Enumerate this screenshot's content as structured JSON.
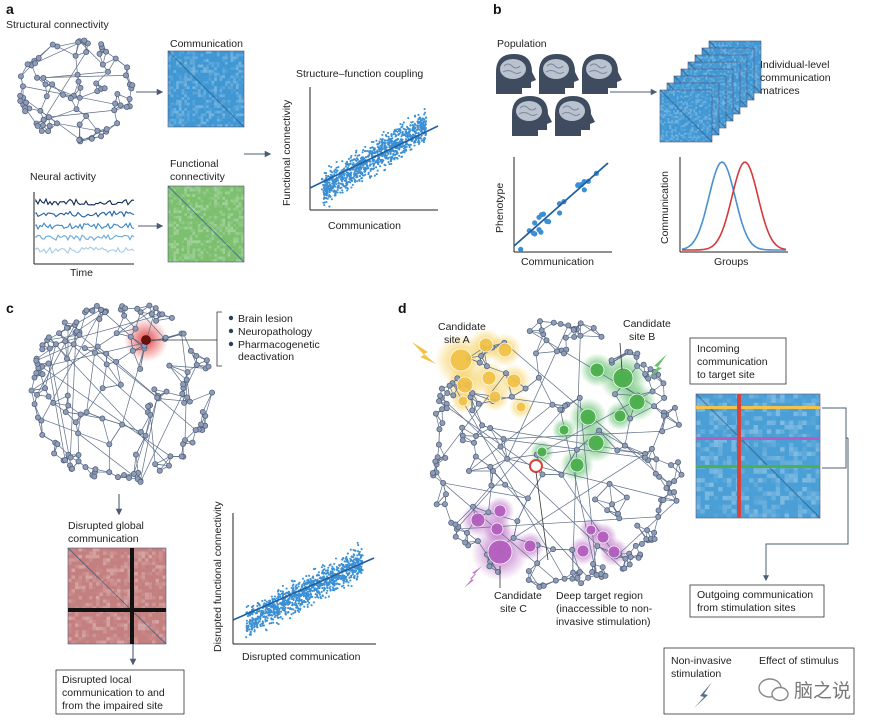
{
  "panel_a": {
    "label": "a",
    "structural_title": "Structural connectivity",
    "communication_title": "Communication",
    "neural_title": "Neural activity",
    "time_label": "Time",
    "functional_title_1": "Functional",
    "functional_title_2": "connectivity",
    "coupling_title": "Structure–function coupling",
    "xlabel": "Communication",
    "ylabel": "Functional connectivity"
  },
  "panel_b": {
    "label": "b",
    "population_title": "Population",
    "matrices_line1": "Individual-level",
    "matrices_line2": "communication",
    "matrices_line3": "matrices",
    "scatter_xlabel": "Communication",
    "scatter_ylabel": "Phenotype",
    "dist_xlabel": "Groups",
    "dist_ylabel": "Communication"
  },
  "panel_c": {
    "label": "c",
    "legend": [
      "Brain lesion",
      "Neuropathology",
      "Pharmacogenetic",
      "deactivation"
    ],
    "global_line1": "Disrupted global",
    "global_line2": "communication",
    "local_line1": "Disrupted local",
    "local_line2": "communication to and",
    "local_line3": "from the impaired site",
    "xlabel": "Disrupted communication",
    "ylabel": "Disrupted functional connectivity"
  },
  "panel_d": {
    "label": "d",
    "siteA_1": "Candidate",
    "siteA_2": "site A",
    "siteB_1": "Candidate",
    "siteB_2": "site B",
    "siteC_1": "Candidate",
    "siteC_2": "site C",
    "deep_1": "Deep target region",
    "deep_2": "(inaccessible to non-",
    "deep_3": "invasive stimulation)",
    "incoming_1": "Incoming",
    "incoming_2": "communication",
    "incoming_3": "to target site",
    "outgoing_1": "Outgoing communication",
    "outgoing_2": "from stimulation sites",
    "legend_1a": "Non-invasive",
    "legend_1b": "stimulation",
    "legend_2": "Effect of stimulus",
    "watermark": "脑之说"
  },
  "colors": {
    "site_a": "#f2c34a",
    "site_b": "#4cb04c",
    "site_c": "#b45fbf",
    "target": "#d9433b",
    "matrix_blue": "#4a9fd6",
    "matrix_green": "#6fbf8f",
    "matrix_red": "#c98a8a",
    "fit_line": "#1f5f9f"
  }
}
